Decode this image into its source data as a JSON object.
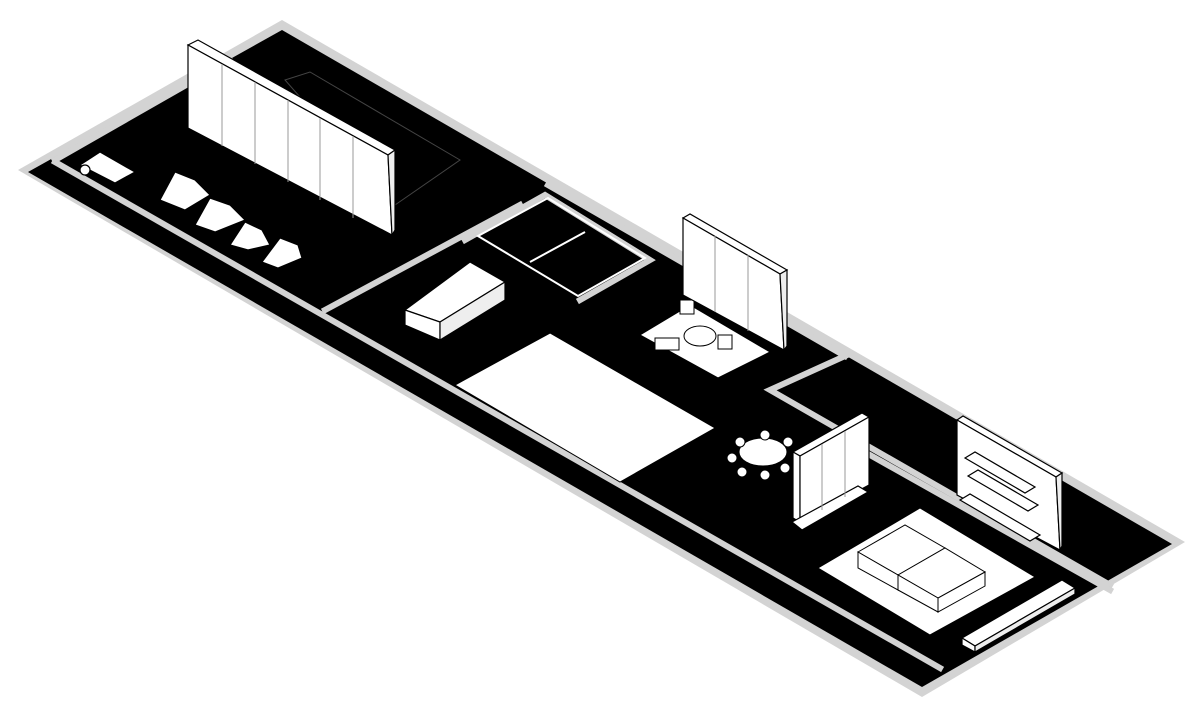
{
  "colors": {
    "background": "#ffffff",
    "floor": "#000000",
    "wall": "#d3d3d3",
    "furniture": "#ffffff",
    "furniture_edge": "#000000"
  },
  "elements": [
    "gym-area",
    "storage-wall-large",
    "kitchen-island",
    "courtyard",
    "lounge-rug",
    "storage-wall-mid",
    "dining-table",
    "partition-wall",
    "shelving-unit",
    "living-rug",
    "sofa",
    "sideboard"
  ]
}
